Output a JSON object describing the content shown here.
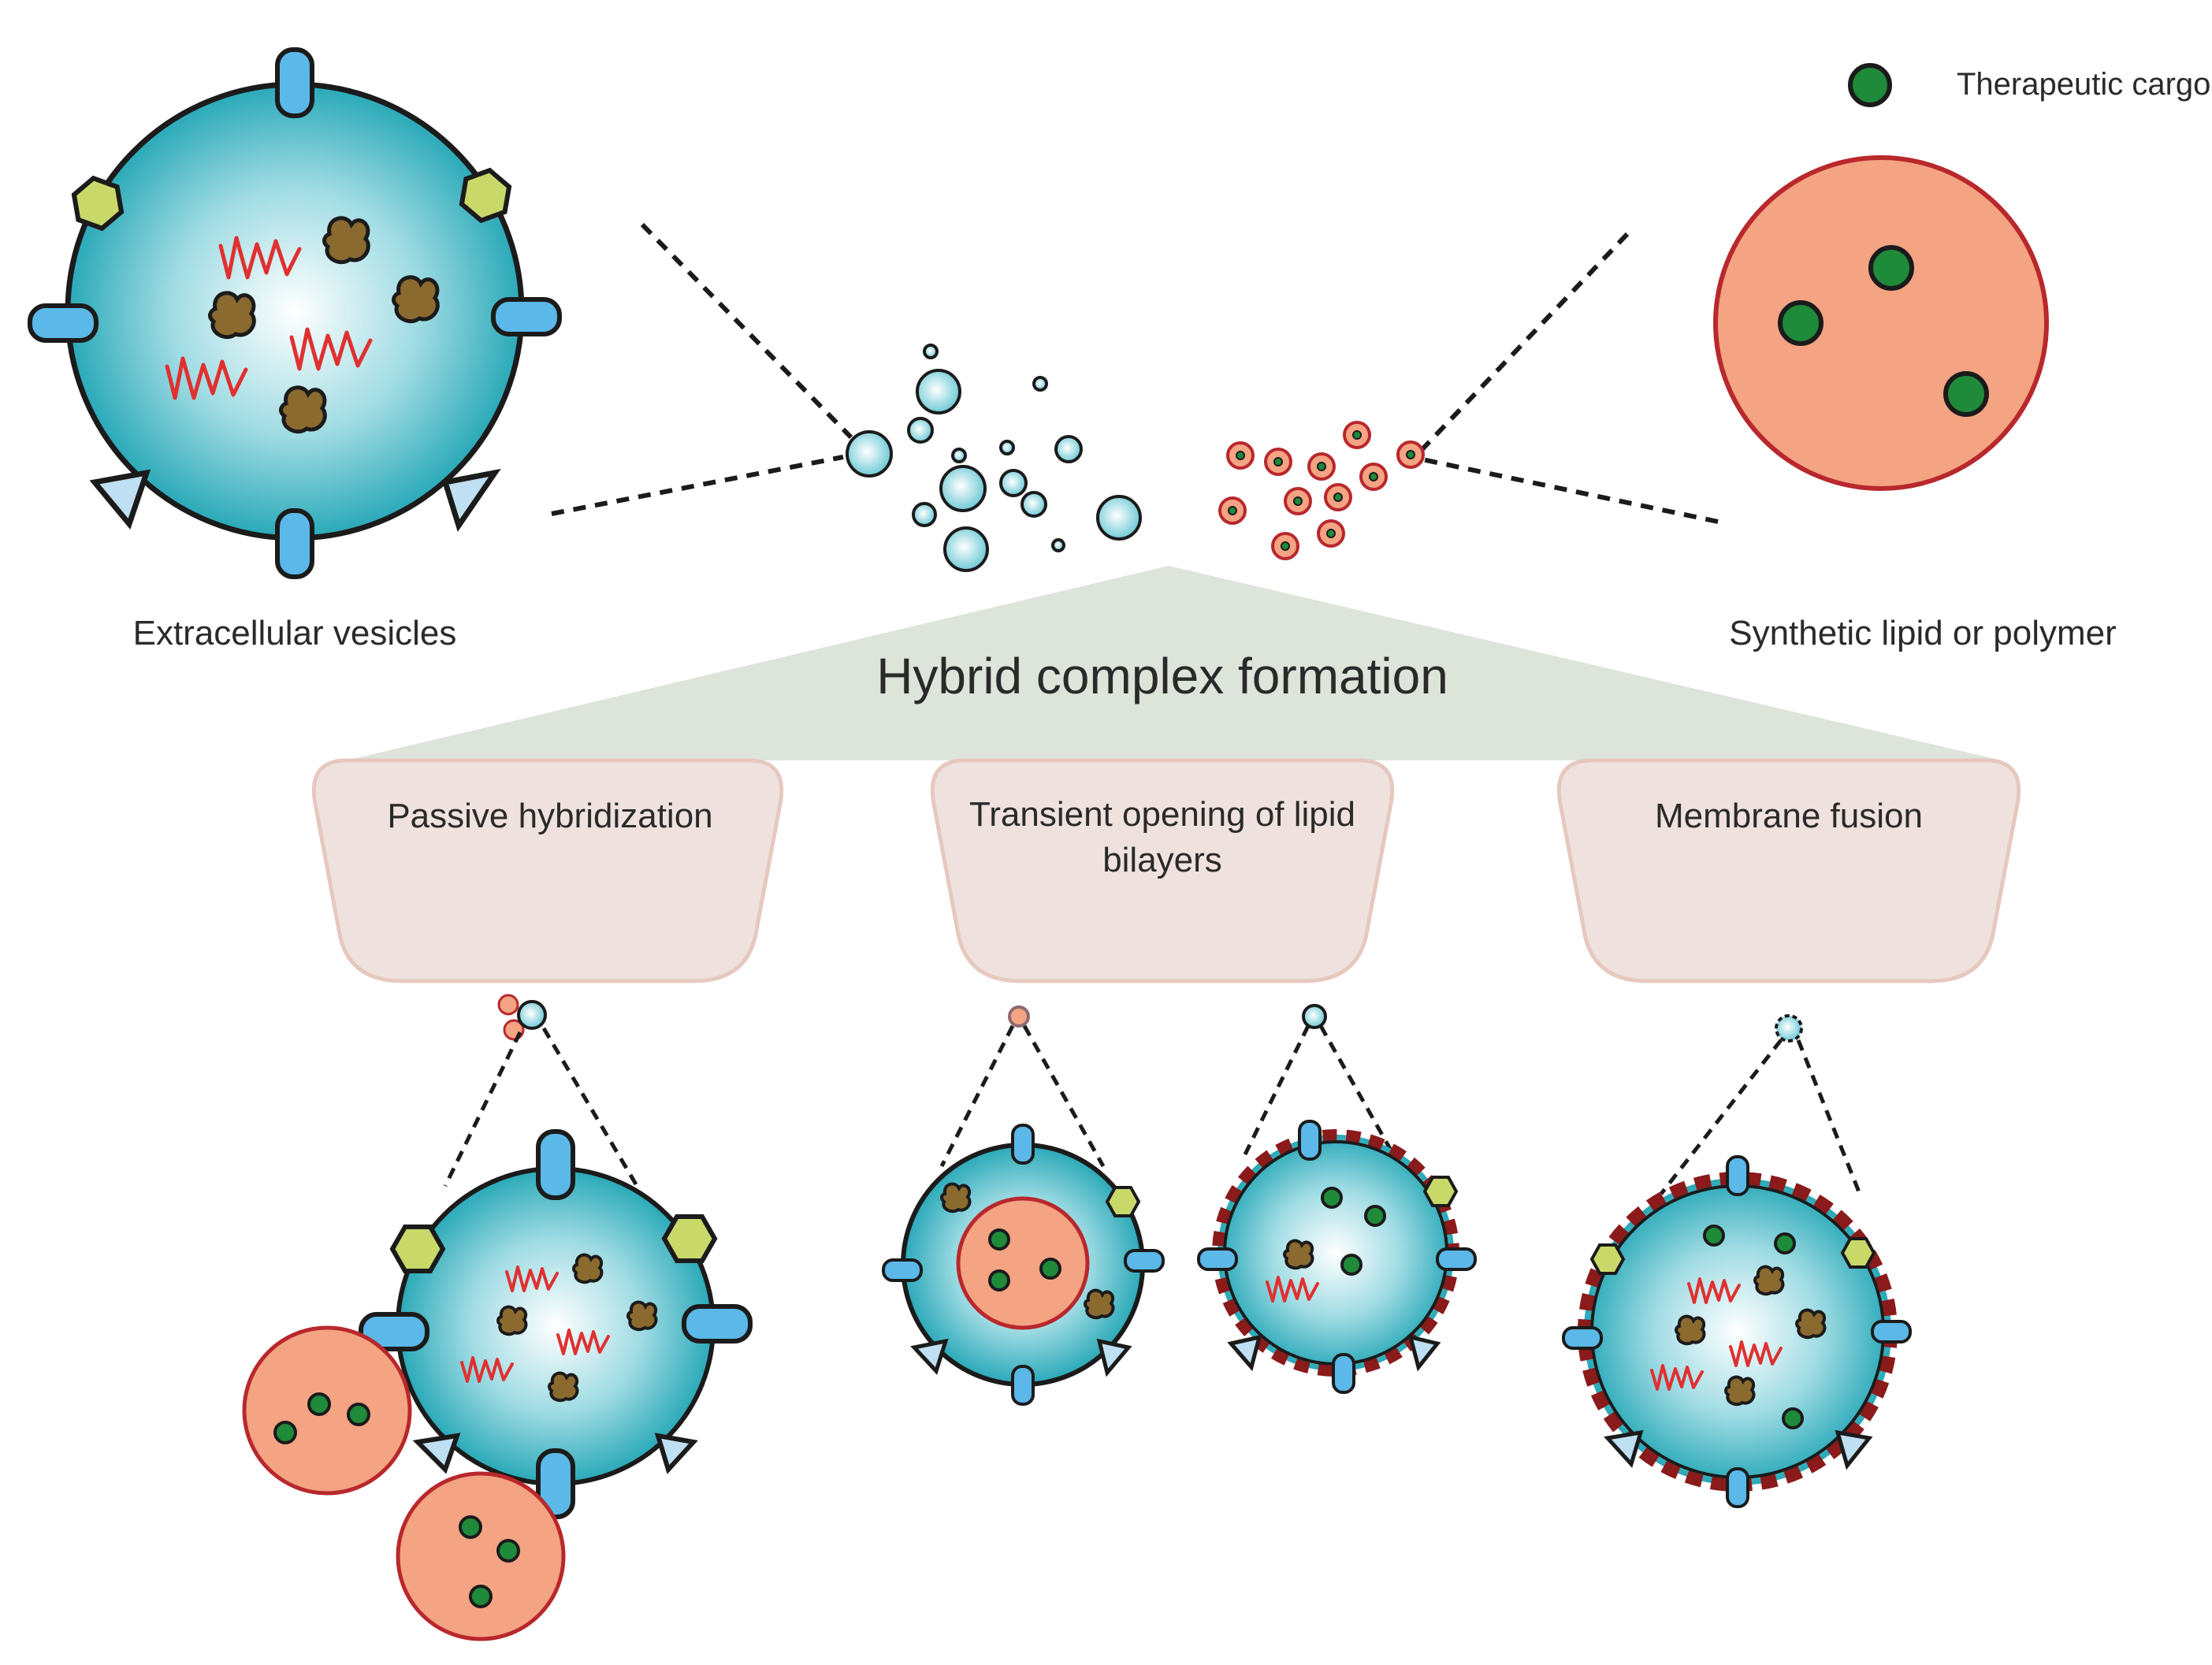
{
  "labels": {
    "therapeutic_cargo": "Therapeutic cargo",
    "extracellular_vesicles": "Extracellular vesicles",
    "synthetic": "Synthetic lipid or polymer",
    "hybrid": "Hybrid complex formation",
    "passive": "Passive hybridization",
    "transient_line1": "Transient opening of lipid",
    "transient_line2": "bilayers",
    "fusion": "Membrane fusion"
  },
  "colors": {
    "ev_fill_edge": "#2aa9b8",
    "ev_fill_center": "#ffffff",
    "synthetic_fill": "#f4a383",
    "synthetic_stroke": "#b8282c",
    "cargo": "#1f8a3a",
    "receptor": "#5bb8e8",
    "hexagon": "#c8d96a",
    "triangle": "#bfdff2",
    "protein": "#8b6a30",
    "rna": "#e03030",
    "banner": "#dde4da",
    "box": "#efe2de",
    "box_stroke": "#e6c8bf",
    "membrane_dash": "#8b1a1a"
  }
}
